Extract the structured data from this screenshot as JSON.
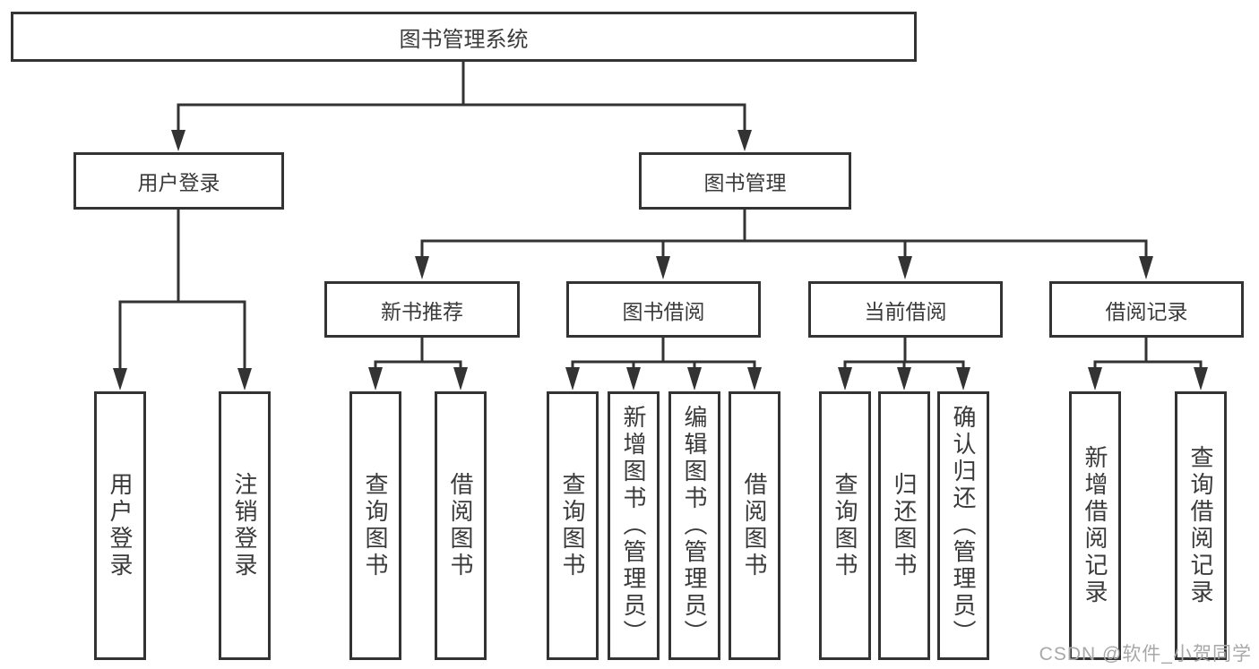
{
  "style": {
    "line_color": "#333333",
    "box_border_color": "#333333",
    "text_color": "#3a3a3a",
    "watermark_color": "#a8a8a8",
    "background": "#ffffff"
  },
  "watermark": {
    "text": "CSDN @软件_小贺同学"
  },
  "tree": {
    "root": "图书管理系统",
    "branches": [
      {
        "label": "用户登录",
        "leaves": [
          "用户登录",
          "注销登录"
        ]
      },
      {
        "label": "图书管理",
        "groups": [
          {
            "label": "新书推荐",
            "leaves": [
              "查询图书",
              "借阅图书"
            ]
          },
          {
            "label": "图书借阅",
            "leaves": [
              "查询图书",
              "新增图书（管理员）",
              "编辑图书（管理员）",
              "借阅图书"
            ]
          },
          {
            "label": "当前借阅",
            "leaves": [
              "查询图书",
              "归还图书",
              "确认归还（管理员）"
            ]
          },
          {
            "label": "借阅记录",
            "leaves": [
              "新增借阅记录",
              "查询借阅记录"
            ]
          }
        ]
      }
    ]
  }
}
